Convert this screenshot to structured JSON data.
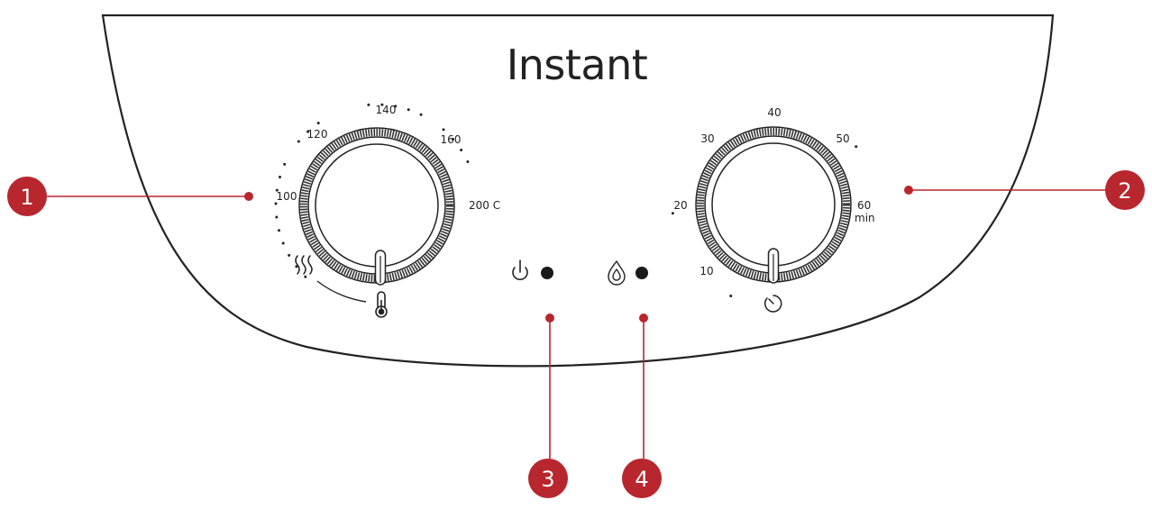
{
  "brand": "Instant",
  "temperature_dial": {
    "labels": [
      "100",
      "120",
      "140",
      "160",
      "200 C"
    ]
  },
  "timer_dial": {
    "labels": [
      "10",
      "20",
      "30",
      "40",
      "50",
      "60",
      "min"
    ]
  },
  "indicators": {
    "power_icon": "power-icon",
    "heating_icon": "flame-icon"
  },
  "icons": {
    "heat_waves": "heat-waves-icon",
    "thermometer": "thermometer-icon",
    "timer": "timer-icon"
  },
  "callouts": [
    "1",
    "2",
    "3",
    "4"
  ],
  "colors": {
    "callout": "#b8262e",
    "line": "#222222",
    "indicator": "#1a1a1a"
  }
}
